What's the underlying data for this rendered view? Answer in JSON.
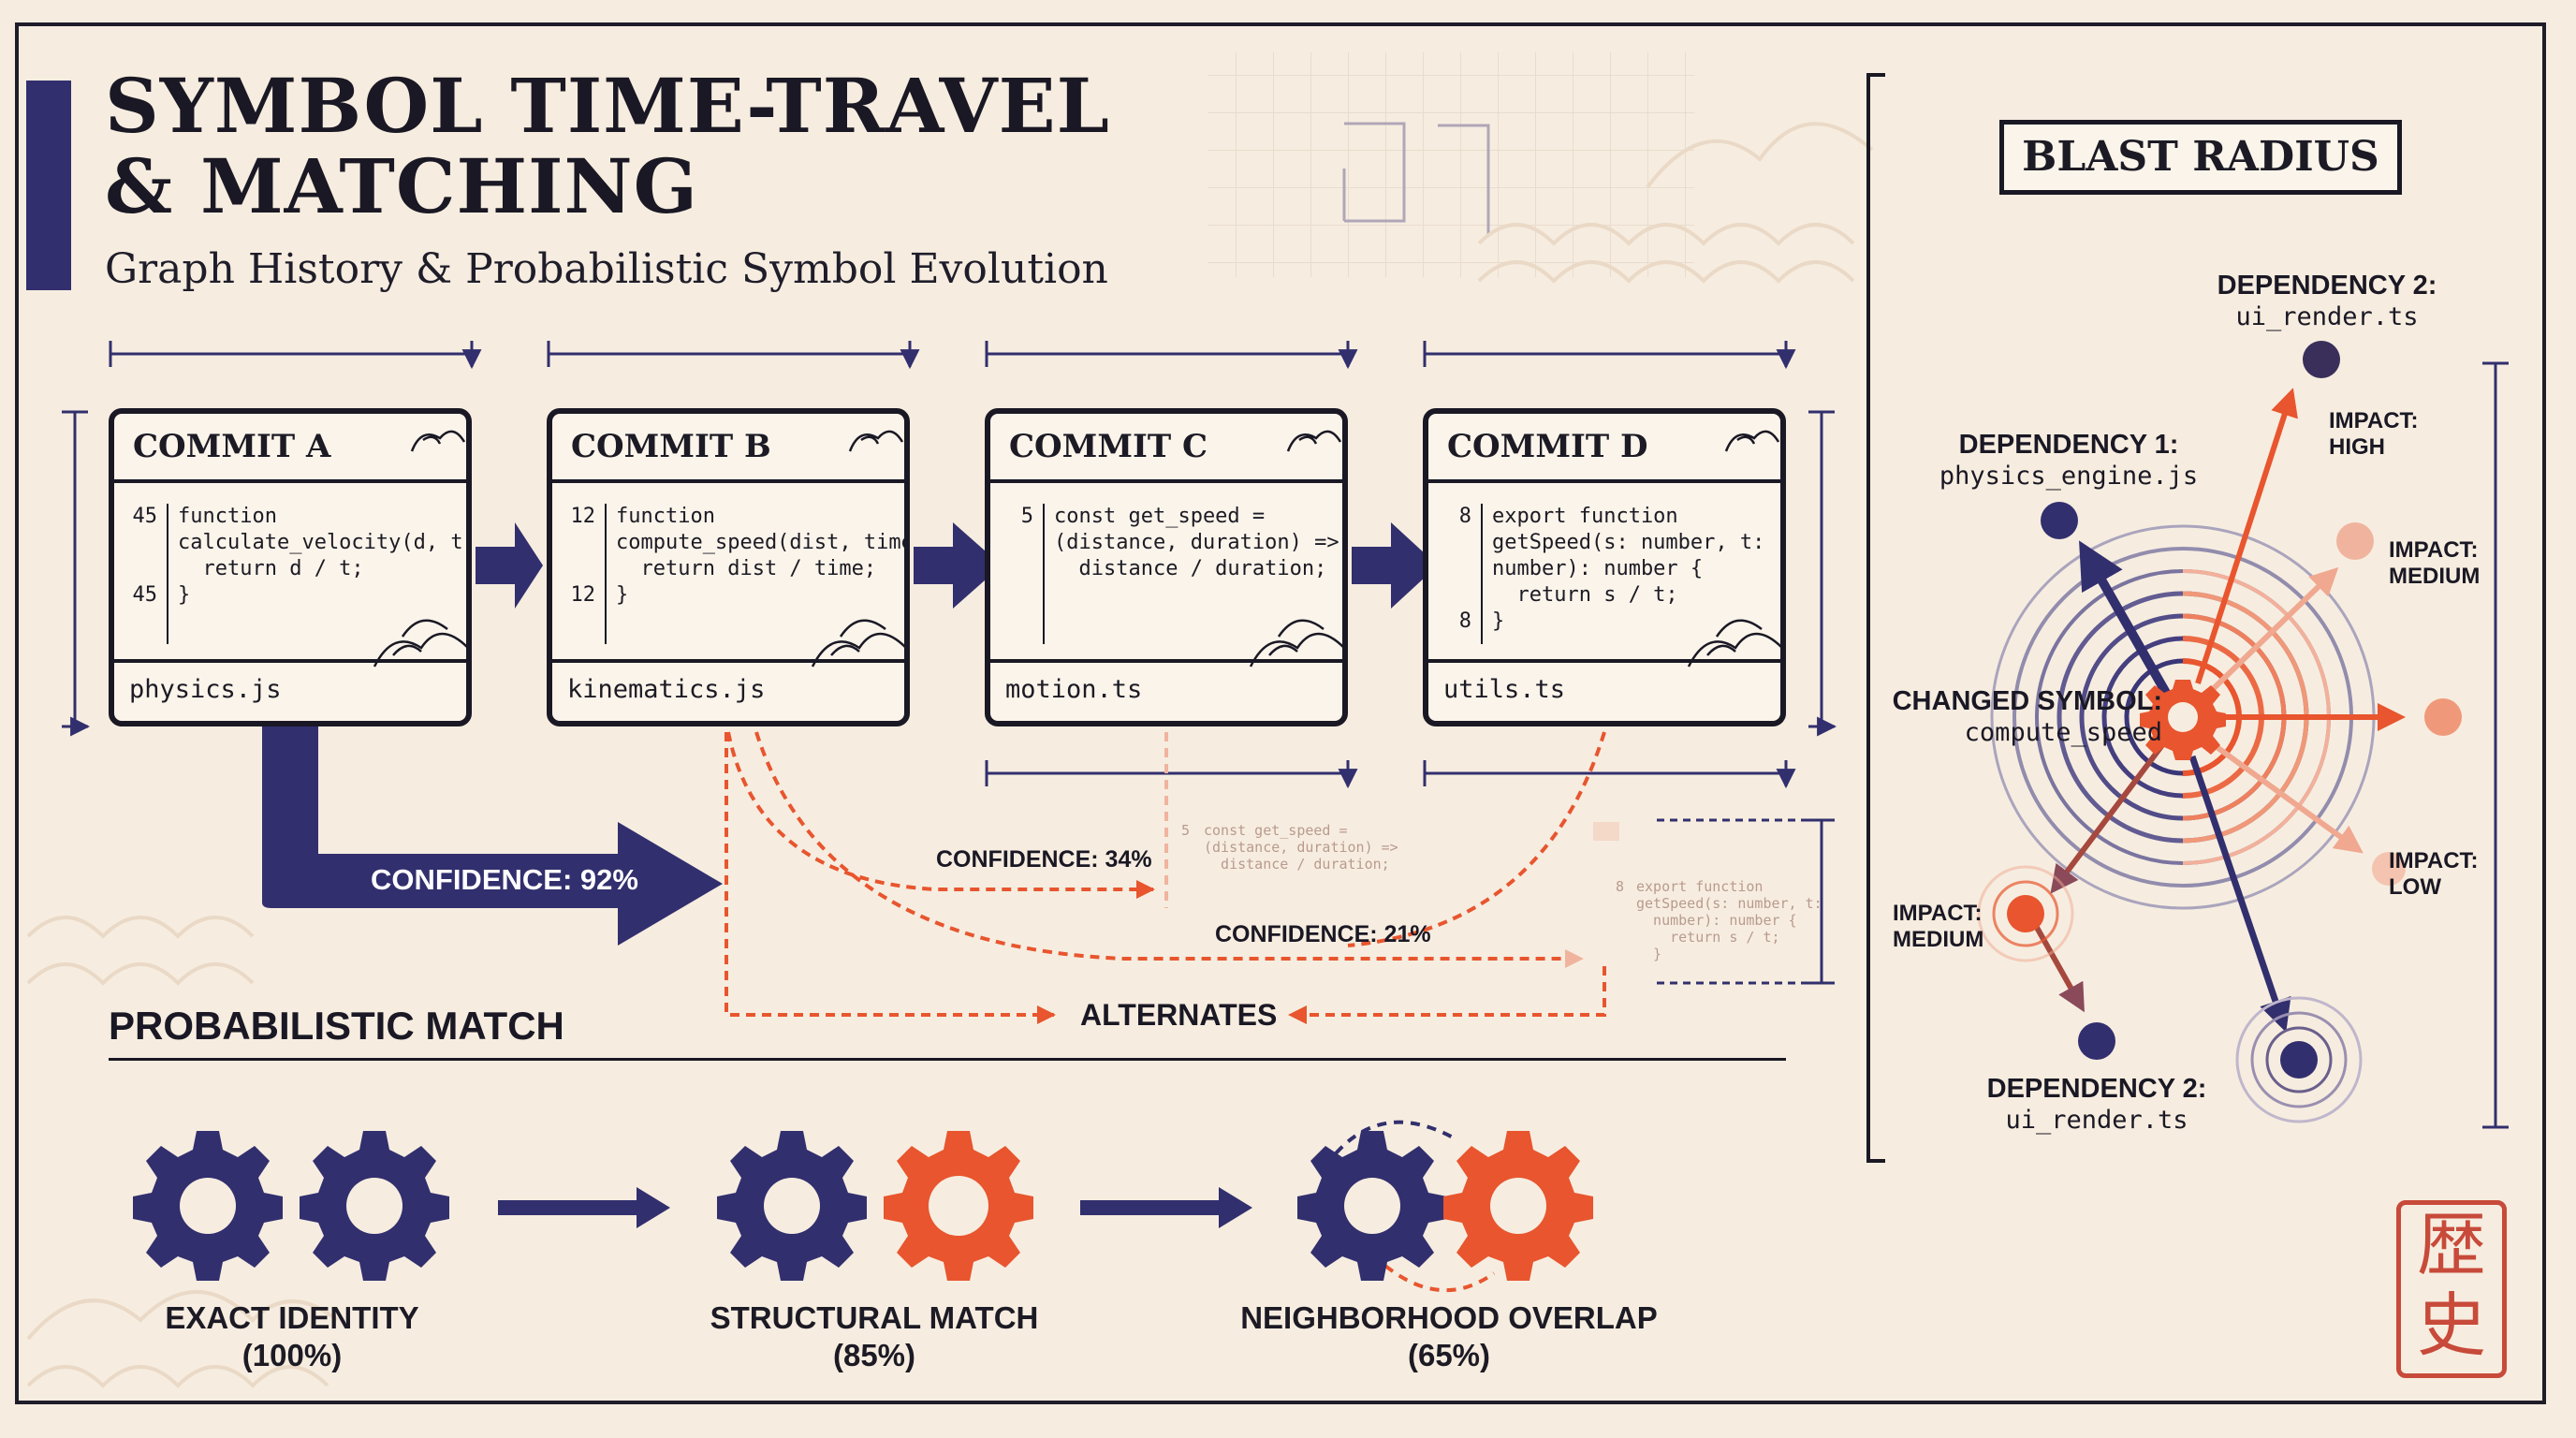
{
  "header": {
    "title_line1": "SYMBOL TIME-TRAVEL",
    "title_line2": "& MATCHING",
    "subtitle": "Graph History & Probabilistic Symbol Evolution"
  },
  "commits": [
    {
      "title": "COMMIT A",
      "line_nums": "45\n\n\n45",
      "code": "function\ncalculate_velocity(d, t) {\n  return d / t;\n}",
      "file": "physics.js"
    },
    {
      "title": "COMMIT B",
      "line_nums": "12\n\n\n12",
      "code": "function\ncompute_speed(dist, time) {\n  return dist / time;\n}",
      "file": "kinematics.js"
    },
    {
      "title": "COMMIT C",
      "line_nums": "5",
      "code": "const get_speed =\n(distance, duration) =>\n  distance / duration;",
      "file": "motion.ts"
    },
    {
      "title": "COMMIT D",
      "line_nums": "8\n\n\n\n8",
      "code": "export function\ngetSpeed(s: number, t:\nnumber): number {\n  return s / t;\n}",
      "file": "utils.ts"
    }
  ],
  "confidence": {
    "main": "CONFIDENCE: 92%",
    "c34": "CONFIDENCE: 34%",
    "c21": "CONFIDENCE: 21%",
    "alternates": "ALTERNATES"
  },
  "ghosts": {
    "c_num": "5",
    "c_code": "const get_speed =\n(distance, duration) =>\n  distance / duration;",
    "d_num": "8",
    "d_code": "export function\ngetSpeed(s: number, t:\n  number): number {\n    return s / t;\n  }"
  },
  "probabilistic": {
    "title": "PROBABILISTIC MATCH",
    "stages": [
      {
        "label": "EXACT IDENTITY",
        "pct": "(100%)"
      },
      {
        "label": "STRUCTURAL MATCH",
        "pct": "(85%)"
      },
      {
        "label": "NEIGHBORHOOD OVERLAP",
        "pct": "(65%)"
      }
    ]
  },
  "blast": {
    "title": "BLAST RADIUS",
    "center_label": "CHANGED SYMBOL:",
    "center_symbol": "compute_speed",
    "dep1_label": "DEPENDENCY 1:",
    "dep1_file": "physics_engine.js",
    "dep2_top_label": "DEPENDENCY 2:",
    "dep2_top_file": "ui_render.ts",
    "dep2_bottom_label": "DEPENDENCY 2:",
    "dep2_bottom_file": "ui_render.ts",
    "impact_high": "IMPACT:\nHIGH",
    "impact_medium_right": "IMPACT:\nMEDIUM",
    "impact_low": "IMPACT:\nLOW",
    "impact_medium_left": "IMPACT:\nMEDIUM"
  },
  "seal": {
    "chars": "歴史"
  },
  "colors": {
    "navy": "#322f6e",
    "orange": "#e8552e",
    "ink": "#1a1824",
    "paper": "#f6ede0",
    "seal_red": "#c84a3a"
  }
}
